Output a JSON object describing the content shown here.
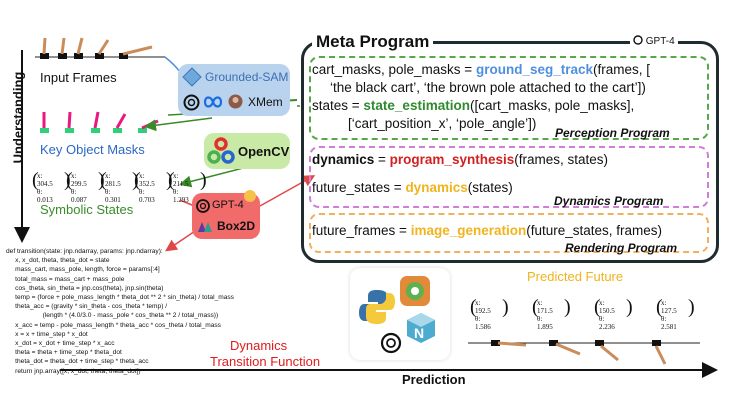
{
  "axes": {
    "understanding": "Understanding",
    "prediction": "Prediction"
  },
  "left": {
    "input_frames": "Input Frames",
    "key_object_masks": "Key Object Masks",
    "symbolic_states": "Symbolic States",
    "states": [
      {
        "x": "x: 304.5",
        "theta": "θ: 0.013"
      },
      {
        "x": "x: 299.5",
        "theta": "θ: 0.087"
      },
      {
        "x": "x: 281.5",
        "theta": "θ: 0.301"
      },
      {
        "x": "x: 352.5",
        "theta": "θ: 0.703"
      },
      {
        "x": "x: 211.5",
        "theta": "θ: 1.293"
      }
    ]
  },
  "tools": {
    "grounded_sam": "Grounded-SAM",
    "xmem": "XMem",
    "opencv": "OpenCV",
    "gpt4": "GPT-4",
    "box2d": "Box2D"
  },
  "meta": {
    "title": "Meta Program",
    "badge": "GPT-4",
    "perception": {
      "line1_a": "cart_masks, pole_masks = ",
      "line1_fn": "ground_seg_track",
      "line1_b": "(frames, [",
      "line2": "‘the black cart’, ‘the brown pole attached to the cart’])",
      "line3_a": "states = ",
      "line3_fn": "state_estimation",
      "line3_b": "([cart_masks, pole_masks],",
      "line4": "[‘cart_position_x’, ‘pole_angle’])",
      "title": "Perception Program"
    },
    "dynamics": {
      "line1_a": "dynamics",
      "line1_b": " = ",
      "line1_fn": "program_synthesis",
      "line1_c": "(frames, states)",
      "line2_a": "future_states = ",
      "line2_fn": "dynamics",
      "line2_b": "(states)",
      "title": "Dynamics Program"
    },
    "rendering": {
      "line1_a": "future_frames = ",
      "line1_fn": "image_generation",
      "line1_b": "(future_states, frames)",
      "title": "Rendering Program"
    }
  },
  "transition": {
    "code": "def transition(state: jnp.ndarray, params: jnp.ndarray):\n     x, x_dot, theta, theta_dot = state\n     mass_cart, mass_pole, length, force = params[:4]\n     total_mass = mass_cart + mass_pole\n     cos_theta, sin_theta = jnp.cos(theta), jnp.sin(theta)\n     temp = (force + pole_mass_length * theta_dot ** 2 * sin_theta) / total_mass\n     theta_acc = (gravity * sin_theta - cos_theta * temp) /\n                    (length * (4.0/3.0 - mass_pole * cos_theta ** 2 / total_mass))\n     x_acc = temp - pole_mass_length * theta_acc * cos_theta / total_mass\n     x = x + time_step * x_dot\n     x_dot = x_dot + time_step * x_acc\n     theta = theta + time_step * theta_dot\n     theta_dot = theta_dot + time_step * theta_acc\n     return jnp.array([x, x_dot, theta, theta_dot])",
    "label_line1": "Dynamics",
    "label_line2": "Transition Function"
  },
  "predicted": {
    "title": "Predicted Future",
    "states": [
      {
        "x": "x: 192.5",
        "theta": "θ: 1.586"
      },
      {
        "x": "x: 171.5",
        "theta": "θ: 1.895"
      },
      {
        "x": "x: 150.5",
        "theta": "θ: 2.236"
      },
      {
        "x": "x: 127.5",
        "theta": "θ: 2.581"
      }
    ]
  },
  "colors": {
    "perception_border": "#5aa64b",
    "dynamics_border": "#d27ed8",
    "rendering_border": "#f0b060",
    "grounded_sam_bg": "#b9d3ee",
    "opencv_bg": "#c9eaa6",
    "gpt4_box2d_bg": "#f26b6b",
    "predicted_title": "#f0b41c",
    "transition_label": "#e01b1b"
  }
}
